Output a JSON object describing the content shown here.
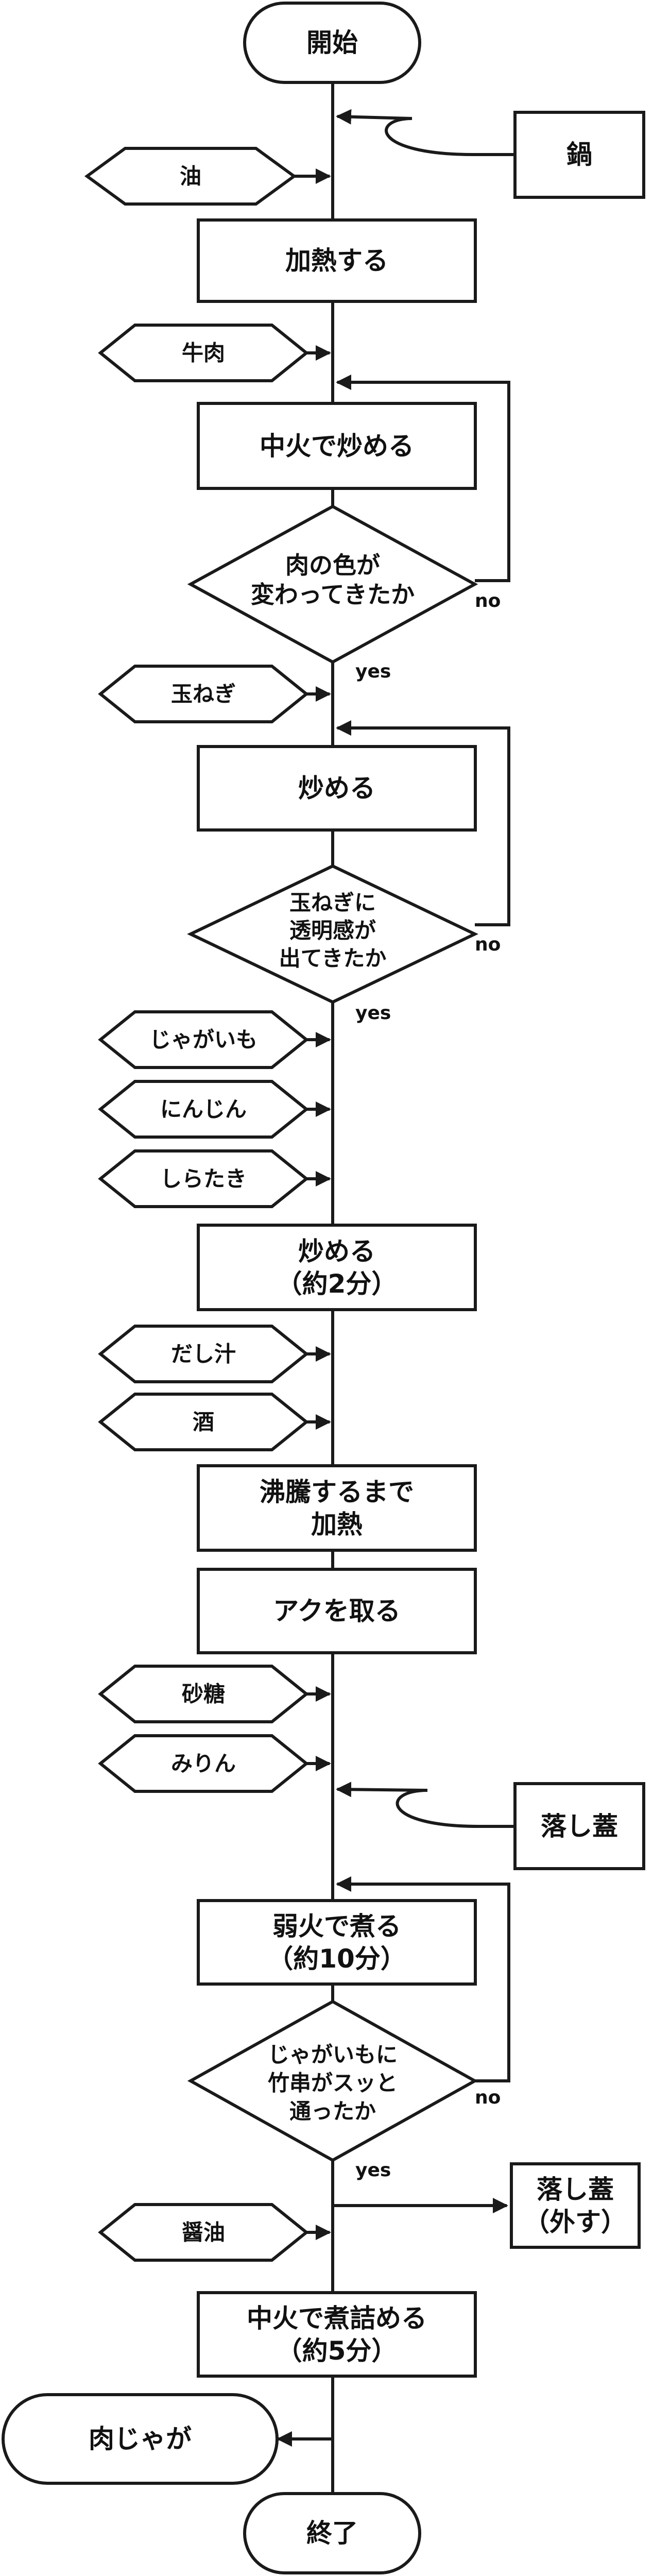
{
  "nodes": {
    "start": "開始",
    "nabe": "鍋",
    "oil": "油",
    "heat": "加熱する",
    "beef": "牛肉",
    "fry_medium": "中火で炒める",
    "check_meat": [
      "肉の色が",
      "変わってきたか"
    ],
    "onion": "玉ねぎ",
    "fry": "炒める",
    "check_onion": [
      "玉ねぎに",
      "透明感が",
      "出てきたか"
    ],
    "potato": "じゃがいも",
    "carrot": "にんじん",
    "shirataki": "しらたき",
    "fry_2min": [
      "炒める",
      "（約2分）"
    ],
    "dashi": "だし汁",
    "sake": "酒",
    "boil": [
      "沸騰するまで",
      "加熱"
    ],
    "skim": "アクを取る",
    "sugar": "砂糖",
    "mirin": "みりん",
    "lid": "落し蓋",
    "simmer": [
      "弱火で煮る",
      "（約10分）"
    ],
    "check_potato": [
      "じゃがいもに",
      "竹串がスッと",
      "通ったか"
    ],
    "lid_off": [
      "落し蓋",
      "（外す）"
    ],
    "soy": "醤油",
    "reduce": [
      "中火で煮詰める",
      "（約5分）"
    ],
    "nikujaga": "肉じゃが",
    "end": "終了"
  },
  "labels": {
    "yes": "yes",
    "no": "no"
  }
}
